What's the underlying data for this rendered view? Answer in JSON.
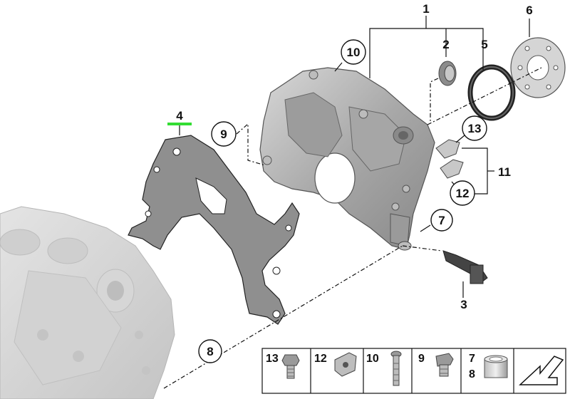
{
  "diagram": {
    "callouts": [
      {
        "id": "c1",
        "label": "1"
      },
      {
        "id": "c2",
        "label": "2"
      },
      {
        "id": "c3",
        "label": "3"
      },
      {
        "id": "c4",
        "label": "4"
      },
      {
        "id": "c5",
        "label": "5"
      },
      {
        "id": "c6",
        "label": "6"
      },
      {
        "id": "c7",
        "label": "7"
      },
      {
        "id": "c8",
        "label": "8"
      },
      {
        "id": "c9",
        "label": "9"
      },
      {
        "id": "c10",
        "label": "10"
      },
      {
        "id": "c11",
        "label": "11"
      },
      {
        "id": "c12",
        "label": "12"
      },
      {
        "id": "c13",
        "label": "13"
      }
    ],
    "highlight_color": "#33dd33",
    "legend": [
      {
        "label": "13",
        "icon": "hex-bolt-icon"
      },
      {
        "label": "12",
        "icon": "clip-nut-icon"
      },
      {
        "label": "10",
        "icon": "long-screw-icon"
      },
      {
        "label": "9",
        "icon": "plug-screw-icon"
      },
      {
        "label": "7",
        "label2": "8",
        "icon": "sleeve-icon"
      },
      {
        "label": "",
        "icon": "arrow-icon"
      }
    ]
  }
}
